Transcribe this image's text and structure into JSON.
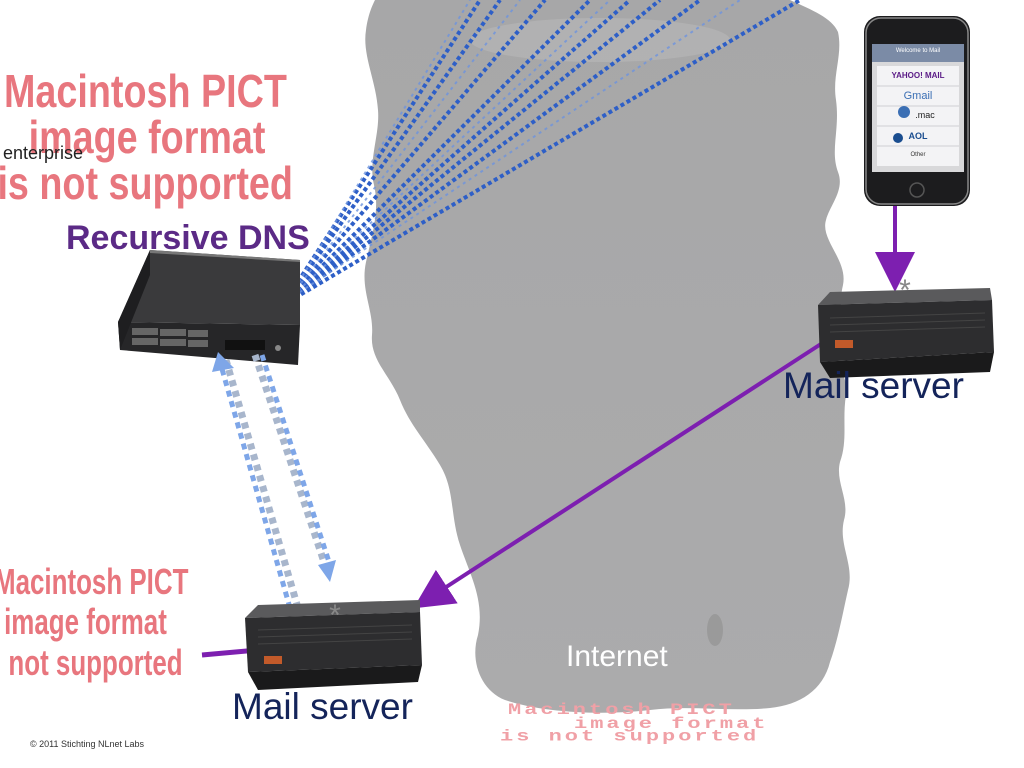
{
  "labels": {
    "enterprise": "enterprise",
    "recursive_dns": "Recursive DNS",
    "mail_server_top": "Mail server",
    "mail_server_bottom": "Mail server",
    "internet": "Internet",
    "copyright": "© 2011 Stichting NLnet Labs"
  },
  "placeholders": {
    "pict_top": [
      "Macintosh PICT",
      "image format",
      "is not supported"
    ],
    "pict_left": [
      "Macintosh PICT",
      "image format",
      "not supported"
    ],
    "pict_bottom": [
      "Macintosh PICT",
      "image format",
      "is not supported"
    ]
  },
  "phone": {
    "header": "Welcome to Mail",
    "options": [
      "YAHOO! MAIL",
      "Gmail",
      ".mac",
      "AOL",
      "Other"
    ]
  },
  "colors": {
    "internet_cloud": "#a9a9aa",
    "dns_query_arrows": "#2e5fc7",
    "dns_lookup_arrows": "#7ea6e8",
    "mail_flow": "#7d1fb0",
    "server_label": "#14245a",
    "pict_placeholder": "#e8767e"
  }
}
